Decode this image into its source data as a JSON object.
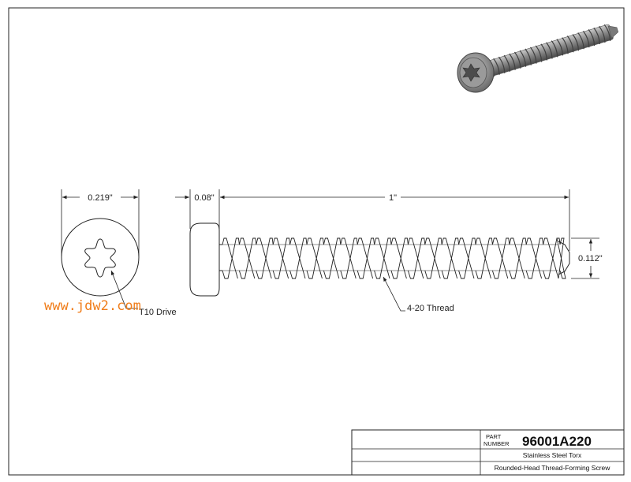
{
  "drawing": {
    "dimensions": {
      "head_diameter": "0.219\"",
      "head_height": "0.08\"",
      "length": "1\"",
      "thread_diameter": "0.112\""
    },
    "callouts": {
      "drive": "T10 Drive",
      "thread": "4-20 Thread"
    },
    "watermark": "www.jdw2.com"
  },
  "title_block": {
    "part_label_line1": "PART",
    "part_label_line2": "NUMBER",
    "part_number": "96001A220",
    "description_line1": "Stainless Steel Torx",
    "description_line2": "Rounded-Head Thread-Forming Screw"
  },
  "colors": {
    "line": "#222222",
    "watermark": "#f07d1a"
  }
}
